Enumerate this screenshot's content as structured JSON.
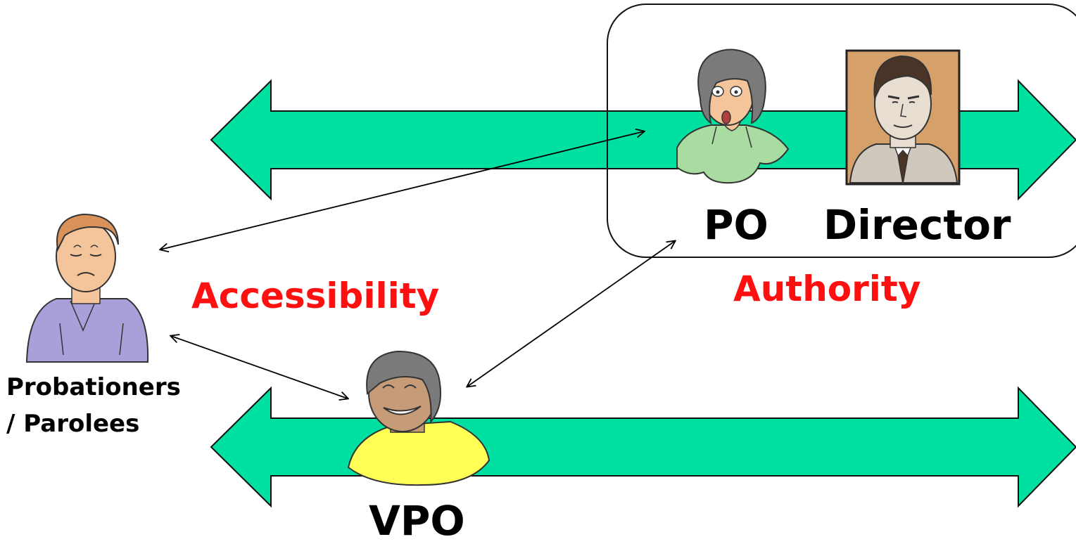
{
  "colors": {
    "band": "#00e0a0",
    "band_stroke": "#111111",
    "emphasis": "#ff1010",
    "text": "#000000",
    "po_shirt": "#a8dca0",
    "vpo_shirt": "#ffff55",
    "probationer_shirt": "#a8a0d8",
    "director_frame": "#d6a06a"
  },
  "labels": {
    "po": "PO",
    "director": "Director",
    "authority": "Authority",
    "accessibility": "Accessibility",
    "probationers_line1": "Probationers",
    "probationers_line2": "/ Parolees",
    "vpo": "VPO"
  },
  "figures": {
    "po": "woman-figure-icon",
    "director": "man-portrait-icon",
    "probationer": "sad-man-figure-icon",
    "vpo": "smiling-man-figure-icon"
  }
}
